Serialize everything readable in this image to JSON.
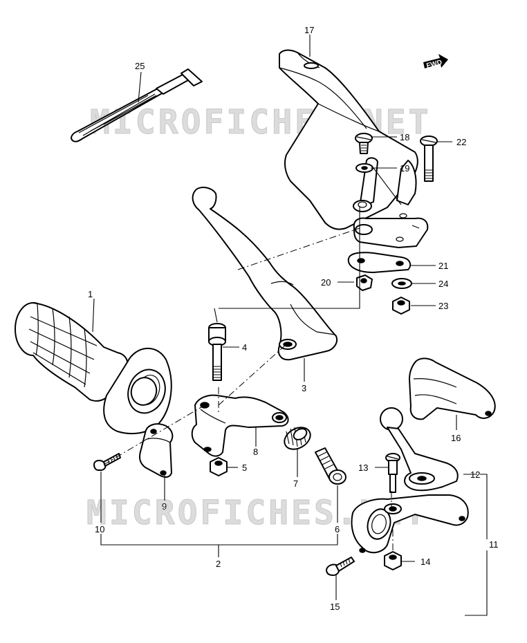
{
  "watermark": "MICROFICHES.NET",
  "direction_marker": "FWD",
  "callouts": {
    "c1": "1",
    "c2": "2",
    "c3": "3",
    "c4": "4",
    "c5": "5",
    "c6": "6",
    "c7": "7",
    "c8": "8",
    "c9": "9",
    "c10": "10",
    "c11": "11",
    "c12": "12",
    "c13": "13",
    "c14": "14",
    "c15": "15",
    "c16": "16",
    "c17": "17",
    "c18": "18",
    "c19": "19",
    "c20": "20",
    "c21": "21",
    "c22": "22",
    "c23": "23",
    "c24": "24",
    "c25": "25"
  }
}
